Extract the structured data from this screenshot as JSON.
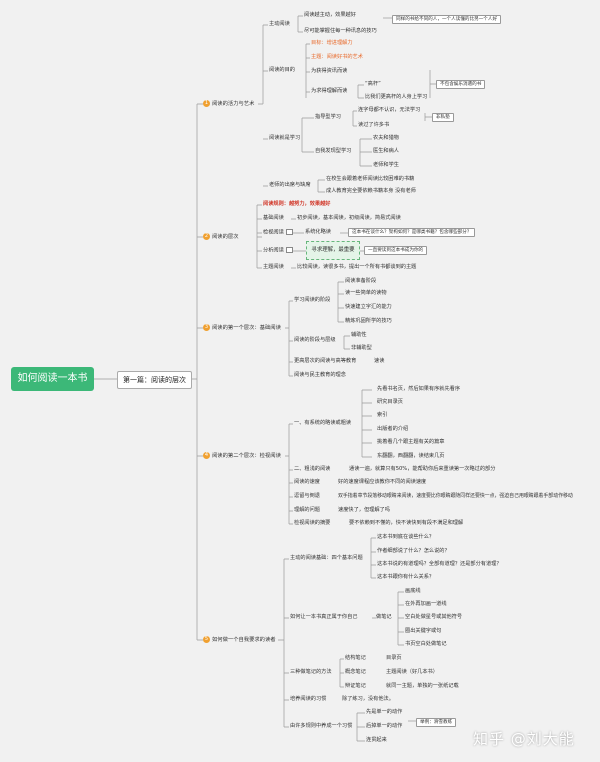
{
  "root": "如何阅读一本书",
  "part": "第一篇：阅读的层次",
  "ch1": {
    "num": "1",
    "label": "阅读的活力与艺术"
  },
  "ch2": {
    "num": "2",
    "label": "阅读的层次"
  },
  "ch3": {
    "num": "3",
    "label": "阅读的第一个层次：基础阅读"
  },
  "ch4": {
    "num": "4",
    "label": "阅读的第二个层次：检视阅读"
  },
  "ch5": {
    "num": "5",
    "label": "如何做一个自我要求的读者"
  },
  "c1": {
    "active": "主动阅读",
    "a1": "阅读越主动，效果越好",
    "a2": "尽可能掌握住每一种讯息的技巧",
    "a_note": "同样的书给不同的人，一个人读懂的比另一个人好",
    "goal": "阅读的目的",
    "g1": "目标：增进理解力",
    "g2": "主题：阅读好书的艺术",
    "g3": "为获得资讯而读",
    "g4": "为求得理解而读",
    "g4a": "“高杆”",
    "g4b": "比我们更高杆的人身上学习",
    "g_note": "不包含娱乐消遣的书",
    "learn": "阅读就是学习",
    "l1": "指导型学习",
    "l1a": "连字母都不认识，无法学习",
    "l1b": "读过了许多书",
    "l_note": "非私塾",
    "l2": "自我发现型学习",
    "l2a": "农夫和猎物",
    "l2b": "医生和病人",
    "l2c": "老师和学生",
    "teacher": "老师的出席与缺席",
    "t1": "在校生会跟着老师阅读比较困难的书籍",
    "t2": "成人教育完全要依赖书籍本身 没有老师"
  },
  "c2": {
    "rule": "阅读规则：越努力，效果越好",
    "basic": "基础阅读",
    "basic_d": "初步阅读，基本阅读，初级阅读，简易式阅读",
    "insp": "检视阅读",
    "insp_d": "系统化略读",
    "insp_note": "这本书在谈什么？架构如何？是哪类书籍？包含哪些部分？",
    "ana": "分析阅读",
    "ana_box": "寻求理解，最重要",
    "ana_note": "一直要读到这本书成为你的",
    "topic": "主题阅读",
    "topic_d": "比较阅读，读很多书，提出一个所有书都谈到的主题"
  },
  "c3": {
    "stages": "学习阅读的阶段",
    "s1": "阅读准备阶段",
    "s2": "读一些简单的读物",
    "s3": "快速建立字汇的能力",
    "s4": "精炼巩固所学的技巧",
    "levels": "阅读的阶段与层级",
    "lv1": "辅助性",
    "lv2": "非辅助型",
    "higher": "更高层次的阅读与高等教育",
    "higher_d": "速读",
    "demo": "阅读与民主教育的理念"
  },
  "c4": {
    "skim": "一、有系统的略读或粗读",
    "k1": "先看书名页，然后如果有序就先看序",
    "k2": "研究目录页",
    "k3": "索引",
    "k4": "出版者的介绍",
    "k5": "挑着看几个跟主题有关的篇章",
    "k6": "东翻翻，西翻翻，读结束几页",
    "sup": "二、粗浅的阅读",
    "sup_d": "通读一遍，就算只有50%，能帮助你后来重读第一次略过的部分",
    "speed": "阅读的速度",
    "speed_d": "好的速度课程应该教你不同的阅读速度",
    "fix": "逗留与倒退",
    "fix_d": "双手指着章节段落移动眼睛来阅读，速度要比你眼睛跟随同样还要快一点，强迫自己用眼睛跟着手部动作移动",
    "comp": "理解的问题",
    "comp_d": "速度快了，但理解了吗",
    "summary": "检视阅读的摘要",
    "summary_d": "要不依赖到不懂的，快不读快到有段不满足和理解"
  },
  "c5": {
    "four": "主动的阅读基础：四个基本问题",
    "q1": "这本书到底在谈些什么？",
    "q2": "作者细部说了什么？怎么说的？",
    "q3": "这本书说的有道理吗？全部有道理？还是部分有道理？",
    "q4": "这本书跟你有什么关系？",
    "own": "如何让一本书真正属于你自己",
    "own_d": "做笔记",
    "n1": "画底线",
    "n2": "在外再加画一道线",
    "n3": "空白处做星号或其他符号",
    "n4": "圈出关键字或句",
    "n5": "书页空白处做笔记",
    "three": "三种做笔记的方法",
    "st": "结构笔记",
    "st_d": "目录页",
    "co": "概念笔记",
    "co_d": "主题阅读（好几本书）",
    "di": "辩证笔记",
    "di_d": "就同一主题，单独的一张纸记载",
    "habit": "培养阅读的习惯",
    "habit_d": "除了练习，没有他法。",
    "many": "由许多规则中养成一个习惯",
    "m1": "先是单一的动作",
    "m2": "后掉单一的动作",
    "m3": "连贯起来",
    "m_note": "举例：滑雪教练"
  },
  "watermark": "知乎 @刘大能"
}
